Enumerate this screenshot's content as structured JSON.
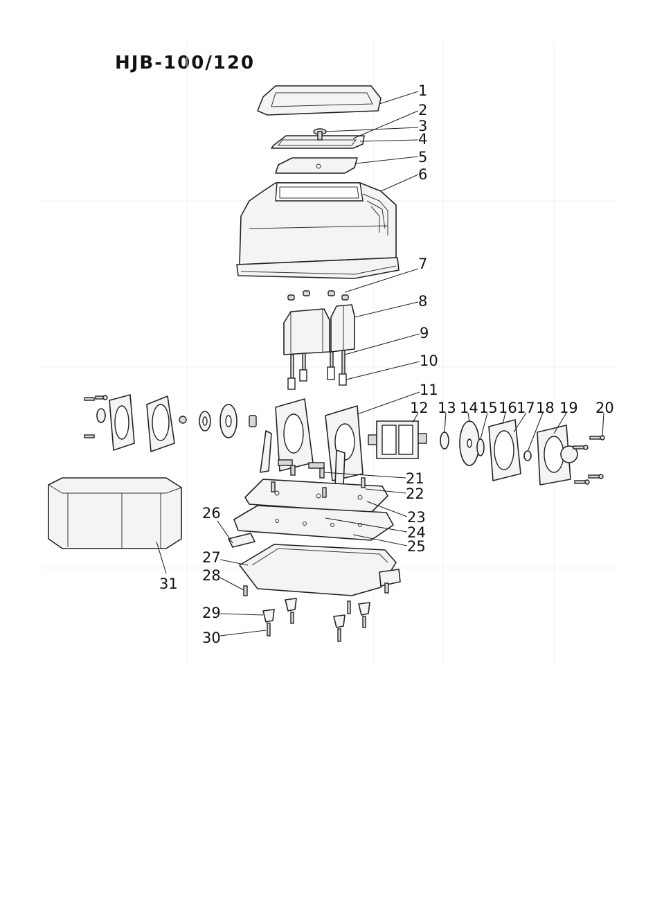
{
  "title": "HJB-100/120",
  "callouts": [
    {
      "n": "1",
      "label": "1"
    },
    {
      "n": "2",
      "label": "2"
    },
    {
      "n": "3",
      "label": "3"
    },
    {
      "n": "4",
      "label": "4"
    },
    {
      "n": "5",
      "label": "5"
    },
    {
      "n": "6",
      "label": "6"
    },
    {
      "n": "7",
      "label": "7"
    },
    {
      "n": "8",
      "label": "8"
    },
    {
      "n": "9",
      "label": "9"
    },
    {
      "n": "10",
      "label": "10"
    },
    {
      "n": "11",
      "label": "11"
    },
    {
      "n": "12",
      "label": "12"
    },
    {
      "n": "13",
      "label": "13"
    },
    {
      "n": "14",
      "label": "14"
    },
    {
      "n": "15",
      "label": "15"
    },
    {
      "n": "16",
      "label": "16"
    },
    {
      "n": "17",
      "label": "17"
    },
    {
      "n": "18",
      "label": "18"
    },
    {
      "n": "19",
      "label": "19"
    },
    {
      "n": "20",
      "label": "20"
    },
    {
      "n": "21",
      "label": "21"
    },
    {
      "n": "22",
      "label": "22"
    },
    {
      "n": "23",
      "label": "23"
    },
    {
      "n": "24",
      "label": "24"
    },
    {
      "n": "25",
      "label": "25"
    },
    {
      "n": "26",
      "label": "26"
    },
    {
      "n": "27",
      "label": "27"
    },
    {
      "n": "28",
      "label": "28"
    },
    {
      "n": "29",
      "label": "29"
    },
    {
      "n": "30",
      "label": "30"
    },
    {
      "n": "31",
      "label": "31"
    }
  ]
}
